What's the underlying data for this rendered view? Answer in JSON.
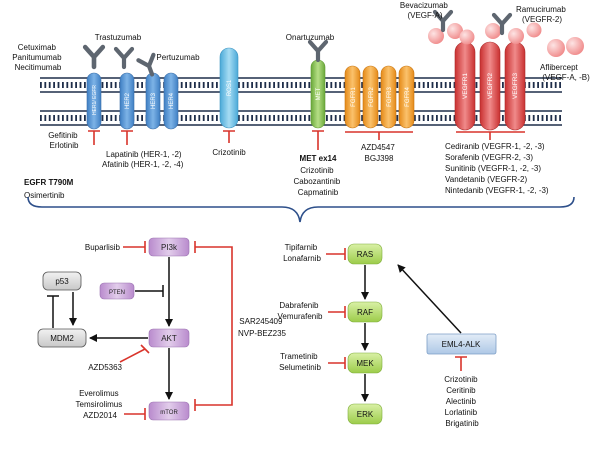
{
  "antibodies": {
    "cetuximab": [
      "Cetuximab",
      "Panitumumab",
      "Necitimumab"
    ],
    "trastuzumab": "Trastuzumab",
    "pertuzumab": "Pertuzumab",
    "onartuzumab": "Onartuzumab",
    "bevacizumab": [
      "Bevacizumab",
      "(VEGF-A)"
    ],
    "ramucirumab": [
      "Ramucirumab",
      "(VEGFR-2)"
    ],
    "aflibercept": [
      "Aflibercept",
      "(VEGF-A, -B)"
    ]
  },
  "receptors": {
    "her1": "HER1/ EGFR",
    "her2": "HER2",
    "her3": "HER3",
    "her4": "HER4",
    "ros1": "ROS1",
    "met": "MET",
    "fgfr1": "FGFR1",
    "fgfr2": "FGFR2",
    "fgfr3": "FGFR3",
    "fgfr4": "FGFR4",
    "vegfr1": "VEGFR1",
    "vegfr2": "VEGFR2",
    "vegfr3": "VEGFR3"
  },
  "inhibitors": {
    "egfr": [
      "Gefitinib",
      "Erlotinib"
    ],
    "her2": [
      "Lapatinib (HER-1, -2)",
      "Afatinib (HER-1, -2, -4)"
    ],
    "ros1": "Crizotinib",
    "met_title": "MET ex14",
    "met": [
      "Crizotinib",
      "Cabozantinib",
      "Capmatinib"
    ],
    "fgfr": [
      "AZD4547",
      "BGJ398"
    ],
    "vegfr": [
      "Cediranib (VEGFR-1, -2, -3)",
      "Sorafenib (VEGFR-2, -3)",
      "Sunitinib (VEGFR-1, -2, -3)",
      "Vandetanib (VEGFR-2)",
      "Nintedanib (VEGFR-1, -2, -3)"
    ],
    "t790m_title": "EGFR T790M",
    "t790m": "Osimertinib"
  },
  "pathway": {
    "pi3k": "PI3k",
    "pten": "PTEN",
    "akt": "AKT",
    "mtor": "mTOR",
    "p53": "p53",
    "mdm2": "MDM2",
    "ras": "RAS",
    "raf": "RAF",
    "mek": "MEK",
    "erk": "ERK",
    "eml4": "EML4-ALK"
  },
  "pathway_inhibitors": {
    "buparlisib": "Buparlisib",
    "azd5363": "AZD5363",
    "mtor": [
      "Everolimus",
      "Temsirolimus",
      "AZD2014"
    ],
    "dual": [
      "SAR245409",
      "NVP-BEZ235"
    ],
    "ras": [
      "Tipifarnib",
      "Lonafarnib"
    ],
    "raf": [
      "Dabrafenib",
      "Vemurafenib"
    ],
    "mek": [
      "Trametinib",
      "Selumetinib"
    ],
    "alk": [
      "Crizotinib",
      "Ceritinib",
      "Alectinib",
      "Lorlatinib",
      "Brigatinib"
    ]
  },
  "colors": {
    "her_blue": "#5b9bd5",
    "ros_blue": "#6cc3e8",
    "met_green": "#8cc152",
    "fgfr_orange": "#f5a030",
    "vegfr_red": "#e05050",
    "ligand_pink": "#f4a3a3",
    "inhibit_red": "#d9342b",
    "pi3k_purple": "#c9a6d6",
    "pathway_green": "#b5dc6a",
    "alk_blue": "#c4d8ee",
    "antibody_gray": "#5e6670"
  }
}
